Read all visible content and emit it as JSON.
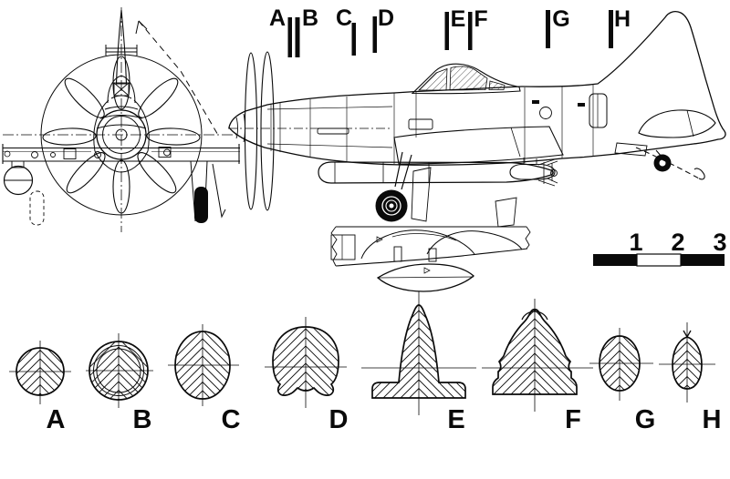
{
  "colors": {
    "ink": "#0a0a0a",
    "paper": "#ffffff"
  },
  "station_markers": {
    "letters": [
      "A",
      "B",
      "C",
      "D",
      "E",
      "F",
      "G",
      "H"
    ]
  },
  "scale_bar": {
    "labels": [
      "1",
      "2",
      "3"
    ]
  },
  "cross_sections": {
    "labels": [
      "A",
      "B",
      "C",
      "D",
      "E",
      "F",
      "G",
      "H"
    ]
  }
}
